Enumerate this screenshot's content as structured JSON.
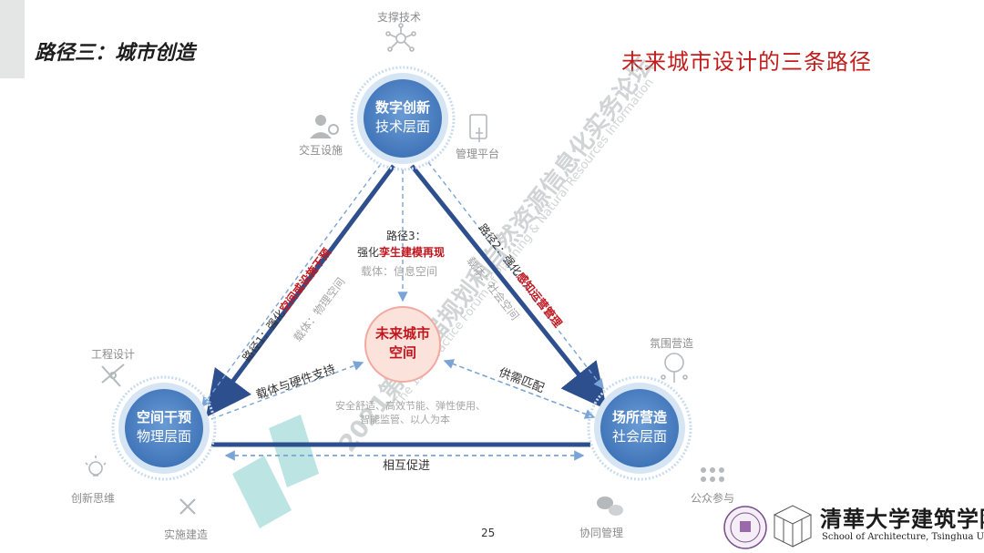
{
  "header": {
    "section_title": "路径三：城市创造",
    "main_title": "未来城市设计的三条路径"
  },
  "nodes": {
    "top": {
      "title": "数字创新",
      "subtitle": "技术层面"
    },
    "left": {
      "title": "空间干预",
      "subtitle": "物理层面"
    },
    "right": {
      "title": "场所营造",
      "subtitle": "社会层面"
    },
    "center": {
      "line1": "未来城市",
      "line2": "空间"
    }
  },
  "paths": {
    "path1": {
      "prefix": "路径1：强化",
      "highlight": "空间或设施干预",
      "carrier": "载体：物理空间"
    },
    "path2": {
      "prefix": "路径2：强化",
      "highlight": "感知运营管理",
      "carrier": "载体：社会空间"
    },
    "path3": {
      "line1": "路径3：",
      "prefix": "强化",
      "highlight": "孪生建模再现",
      "carrier": "载体：信息空间"
    }
  },
  "relations": {
    "left_center": "载体与硬件支持",
    "right_center": "供需匹配",
    "bottom": "相互促进",
    "goals_line1": "安全舒适、高效节能、弹性使用、",
    "goals_line2": "智能监管、以人为本"
  },
  "icons": {
    "top": {
      "name": "network-icon",
      "label": "支撑技术"
    },
    "top_left": {
      "name": "user-gear-icon",
      "label": "交互设施"
    },
    "top_right": {
      "name": "tablet-touch-icon",
      "label": "管理平台"
    },
    "left_top": {
      "name": "ruler-pencil-icon",
      "label": "工程设计"
    },
    "left_bottom": {
      "name": "lightbulb-icon",
      "label": "创新思维"
    },
    "left_bottom2": {
      "name": "tools-icon",
      "label": "实施建造"
    },
    "right_top": {
      "name": "tree-people-icon",
      "label": "氛围营造"
    },
    "right_bottom": {
      "name": "people-group-icon",
      "label": "公众参与"
    },
    "right_bottom2": {
      "name": "chat-icon",
      "label": "协同管理"
    }
  },
  "watermark": {
    "cn": "2021第十五届规划和自然资源信息化实务论坛",
    "en": "The 15th Practice Forum of Planning & Natural Resources Information"
  },
  "footer": {
    "page_number": "25",
    "school_cn": "清華大学建筑学院",
    "school_en": "School of Architecture, Tsinghua University"
  },
  "colors": {
    "accent_red": "#c0161d",
    "node_blue": "#4f86c6",
    "edge_navy": "#2e4f8e",
    "dash_blue": "#7aa4d6",
    "center_fill": "#fbe3dc"
  }
}
